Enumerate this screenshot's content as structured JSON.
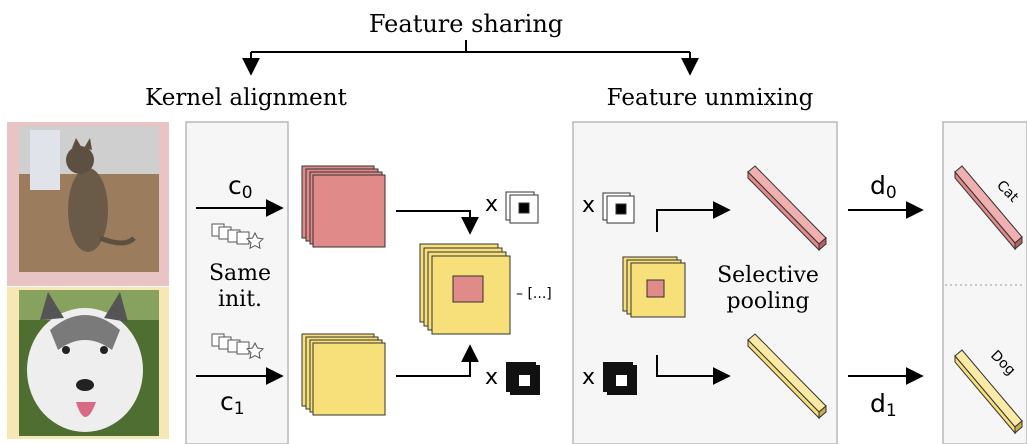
{
  "top_label": "Feature sharing",
  "left_label": "Kernel alignment",
  "right_label": "Feature unmixing",
  "channel_0": "c",
  "channel_0_sub": "0",
  "channel_1": "c",
  "channel_1_sub": "1",
  "init_line1": "Same",
  "init_line2": "init.",
  "times": "x",
  "ellipsis": "– [...]",
  "pool_line1": "Selective",
  "pool_line2": "pooling",
  "out_0": "d",
  "out_0_sub": "0",
  "out_1": "d",
  "out_1_sub": "1",
  "class_cat": "Cat",
  "class_dog": "Dog",
  "colors": {
    "pink": "#e08a8a",
    "yellow": "#f7df7a",
    "panel_border": "#b8b8b8",
    "panel_fill": "#f6f6f6",
    "photo_cat_bg": "#e9c4c4",
    "photo_dog_bg": "#f6e7b4"
  }
}
